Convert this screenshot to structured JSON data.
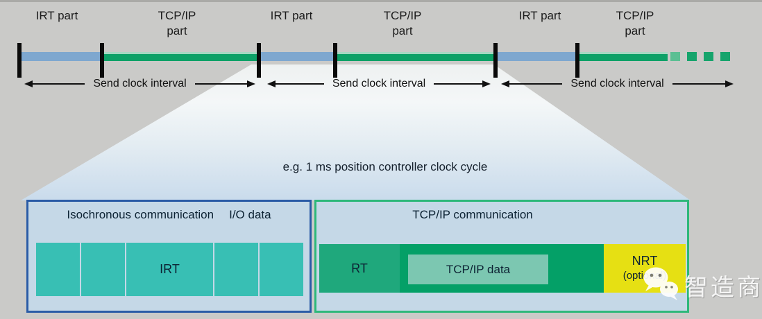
{
  "note": "e.g. 1 ms position controller clock cycle",
  "timeline": {
    "intervals": [
      {
        "irt": "IRT part",
        "tcpip_1": "TCP/IP",
        "tcpip_2": "part",
        "send": "Send clock interval"
      },
      {
        "irt": "IRT part",
        "tcpip_1": "TCP/IP",
        "tcpip_2": "part",
        "send": "Send clock interval"
      },
      {
        "irt": "IRT part",
        "tcpip_1": "TCP/IP",
        "tcpip_2": "part",
        "send": "Send clock interval"
      }
    ]
  },
  "iso_box": {
    "title": "Isochronous communication",
    "io": "I/O data",
    "irt": "IRT"
  },
  "tcp_box": {
    "title": "TCP/IP communication",
    "rt": "RT",
    "data": "TCP/IP data",
    "nrt": "NRT",
    "nrt_opt": "(optional)"
  },
  "watermark": {
    "text": "智造商",
    "icon": "wechat-icon"
  },
  "colors": {
    "background_gray": "#cacac8",
    "irt_blue": "#7ea7cf",
    "tcpip_green": "#0da167",
    "funnel_blue": "#c9dbec",
    "box_fill": "#c5d8e7",
    "iso_border_blue": "#2a5ba6",
    "tcp_border_green": "#2db87a",
    "cell_teal": "#38bfb4",
    "rt_green": "#1fa87c",
    "tcp_data_teal": "#7cc7b1",
    "nrt_yellow": "#e6e013"
  }
}
